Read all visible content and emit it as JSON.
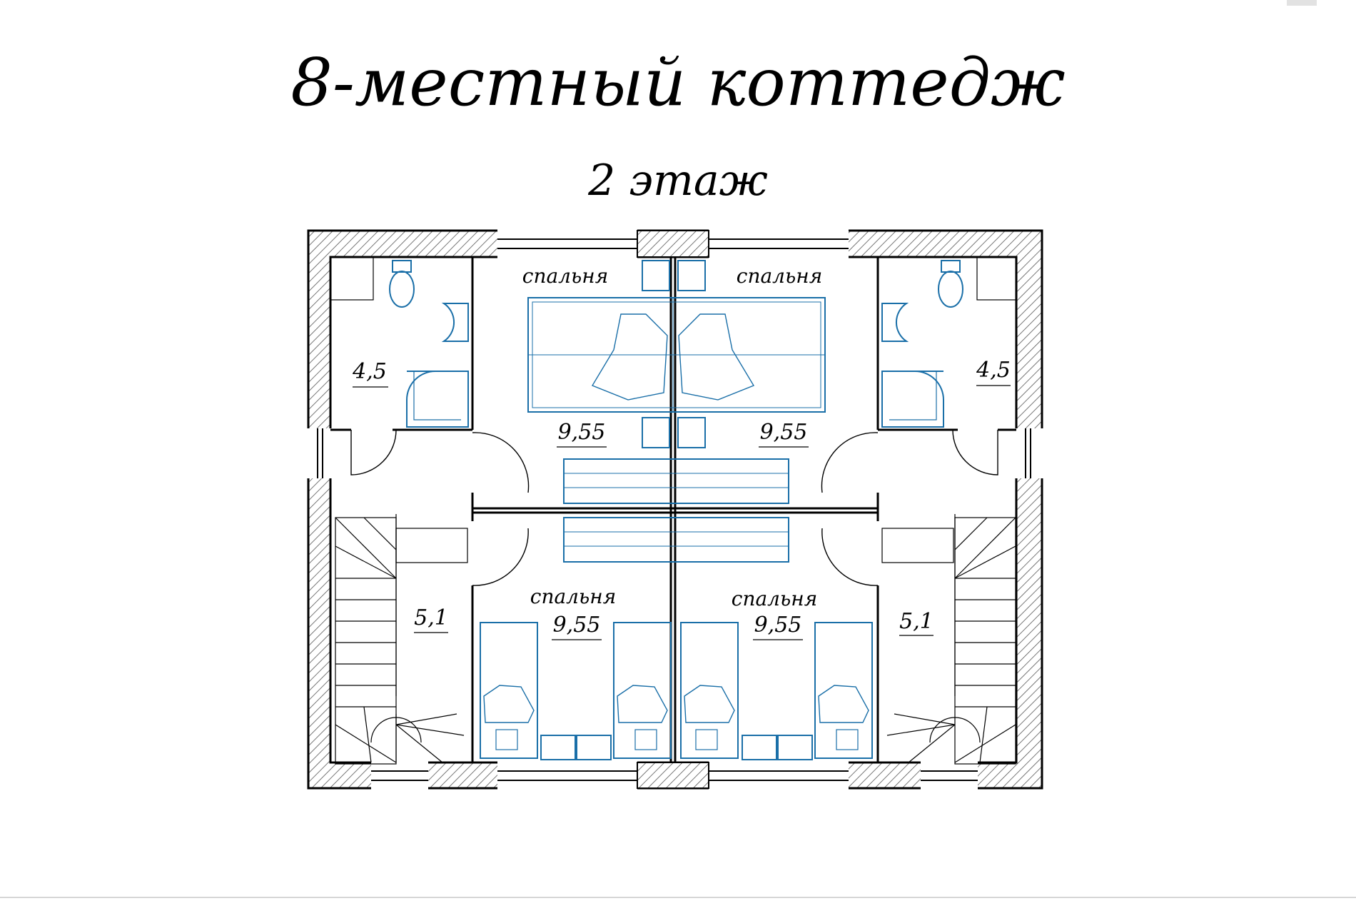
{
  "header": {
    "title": "8-местный коттедж",
    "subtitle": "2 этаж"
  },
  "rooms": [
    {
      "id": "bath-left",
      "area": "4,5"
    },
    {
      "id": "bedroom-top-left",
      "name": "спальня",
      "area": "9,55"
    },
    {
      "id": "bedroom-top-right",
      "name": "спальня",
      "area": "9,55"
    },
    {
      "id": "bath-right",
      "area": "4,5"
    },
    {
      "id": "hall-left",
      "area": "5,1"
    },
    {
      "id": "bedroom-bottom-left",
      "name": "спальня",
      "area": "9,55"
    },
    {
      "id": "bedroom-bottom-right",
      "name": "спальня",
      "area": "9,55"
    },
    {
      "id": "hall-right",
      "area": "5,1"
    }
  ],
  "colors": {
    "wall": "#000000",
    "hatch": "#555555",
    "furniture": "#1a6fa8",
    "background": "#ffffff"
  }
}
